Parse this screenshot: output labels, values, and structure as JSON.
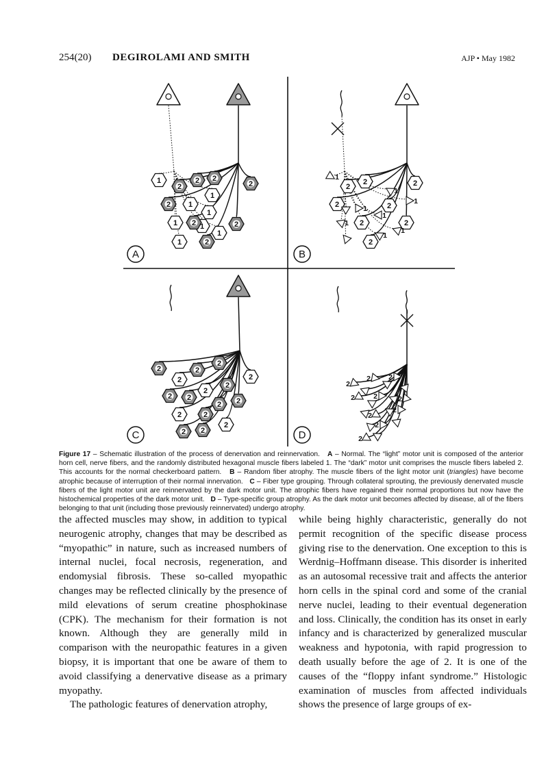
{
  "header": {
    "page_number": "254(20)",
    "authors": "DEGIROLAMI AND SMITH",
    "journal": "AJP • May 1982"
  },
  "figure": {
    "panels": [
      {
        "letter": "A"
      },
      {
        "letter": "B"
      },
      {
        "letter": "C"
      },
      {
        "letter": "D"
      }
    ],
    "fiber_label_light": "1",
    "fiber_label_dark": "2"
  },
  "caption": {
    "label": "Figure 17",
    "intro": " – Schematic illustration of the process of denervation and reinnervation.",
    "a_label": "A",
    "a_text": " – Normal. The “light” motor unit is composed of the anterior horn cell, nerve fibers, and the randomly distributed hexagonal muscle fibers labeled 1. The “dark” motor unit comprises the muscle fibers labeled 2. This accounts for the normal checkerboard pattern.",
    "b_label": "B",
    "b_text_1": " – Random fiber atrophy. The muscle fibers of the light motor unit (",
    "b_italic": "triangles",
    "b_text_2": ") have become atrophic because of interruption of their normal innervation.",
    "c_label": "C",
    "c_text": " – Fiber type grouping. Through collateral sprouting, the previously denervated muscle fibers of the light motor unit are reinnervated by the dark motor unit. The atrophic fibers have regained their normal proportions but now have the histochemical properties of the dark motor unit.",
    "d_label": "D",
    "d_text": " – Type-specific group atrophy. As the dark motor unit becomes affected by disease, all of the fibers belonging to that unit (including those previously reinnervated) undergo atrophy."
  },
  "body": {
    "left_p1": "the affected muscles may show, in addition to typical neurogenic atrophy, changes that may be described as “myopathic” in nature, such as increased numbers of internal nuclei, focal necrosis, regeneration, and endomysial fibrosis. These so-called myopathic changes may be reflected clinically by the presence of mild elevations of serum creatine phosphokinase (CPK). The mechanism for their formation is not known. Although they are generally mild in comparison with the neuropathic features in a given biopsy, it is important that one be aware of them to avoid classifying a denervative disease as a primary myopathy.",
    "left_p2": "The pathologic features of denervation atrophy,",
    "right_p1": "while being highly characteristic, generally do not permit recognition of the specific disease process giving rise to the denervation. One exception to this is Werdnig–Hoffmann disease. This disorder is inherited as an autosomal recessive trait and affects the anterior horn cells in the spinal cord and some of the cranial nerve nuclei, leading to their eventual degeneration and loss. Clinically, the condition has its onset in early infancy and is characterized by generalized muscular weakness and hypotonia, with rapid progression to death usually before the age of 2. It is one of the causes of the “floppy infant syndrome.” Histologic examination of muscles from affected individuals shows the presence of large groups of ex-"
  }
}
